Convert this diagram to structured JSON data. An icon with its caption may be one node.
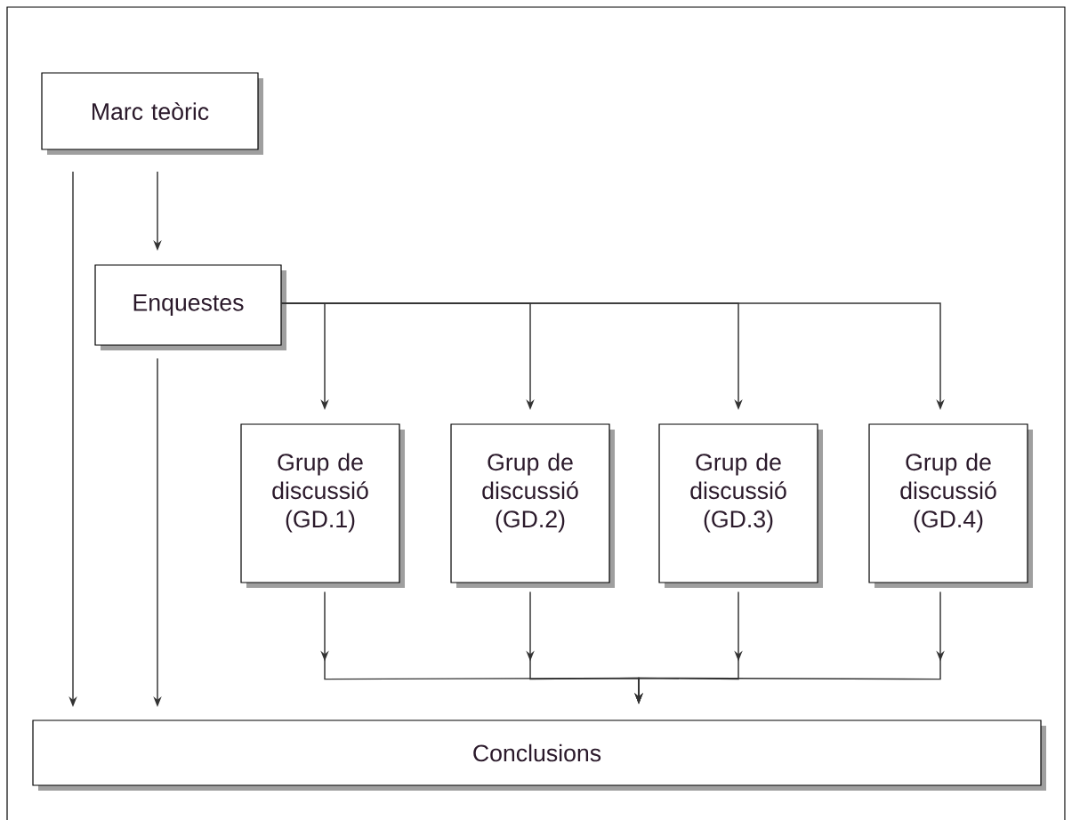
{
  "diagram": {
    "nodes": [
      {
        "text": [
          "Marc teòric"
        ]
      },
      {
        "text": [
          "Enquestes"
        ]
      },
      {
        "text": [
          "Grup de discussió (GD.1)"
        ]
      },
      {
        "text": [
          "Grup de discussió (GD.2)"
        ]
      },
      {
        "text": [
          "Grup de discussió (GD.3)"
        ]
      },
      {
        "text": [
          "Grup de discussió (GD.4)"
        ]
      },
      {
        "text": [
          "Conclusions"
        ]
      }
    ],
    "edges": [
      {
        "from": 0,
        "to": 6,
        "arrow": "to"
      },
      {
        "from": 0,
        "to": 1,
        "arrow": "to"
      },
      {
        "from": 1,
        "to": 6,
        "arrow": "to"
      },
      {
        "from": 1,
        "to": 2,
        "arrow": "to"
      },
      {
        "from": 1,
        "to": 3,
        "arrow": "to"
      },
      {
        "from": 1,
        "to": 4,
        "arrow": "to"
      },
      {
        "from": 1,
        "to": 5,
        "arrow": "to"
      },
      {
        "from": 2,
        "to": 6,
        "arrow": "to"
      },
      {
        "from": 3,
        "to": 6,
        "arrow": "to"
      },
      {
        "from": 4,
        "to": 6,
        "arrow": "to"
      },
      {
        "from": 5,
        "to": 6,
        "arrow": "to"
      }
    ]
  }
}
